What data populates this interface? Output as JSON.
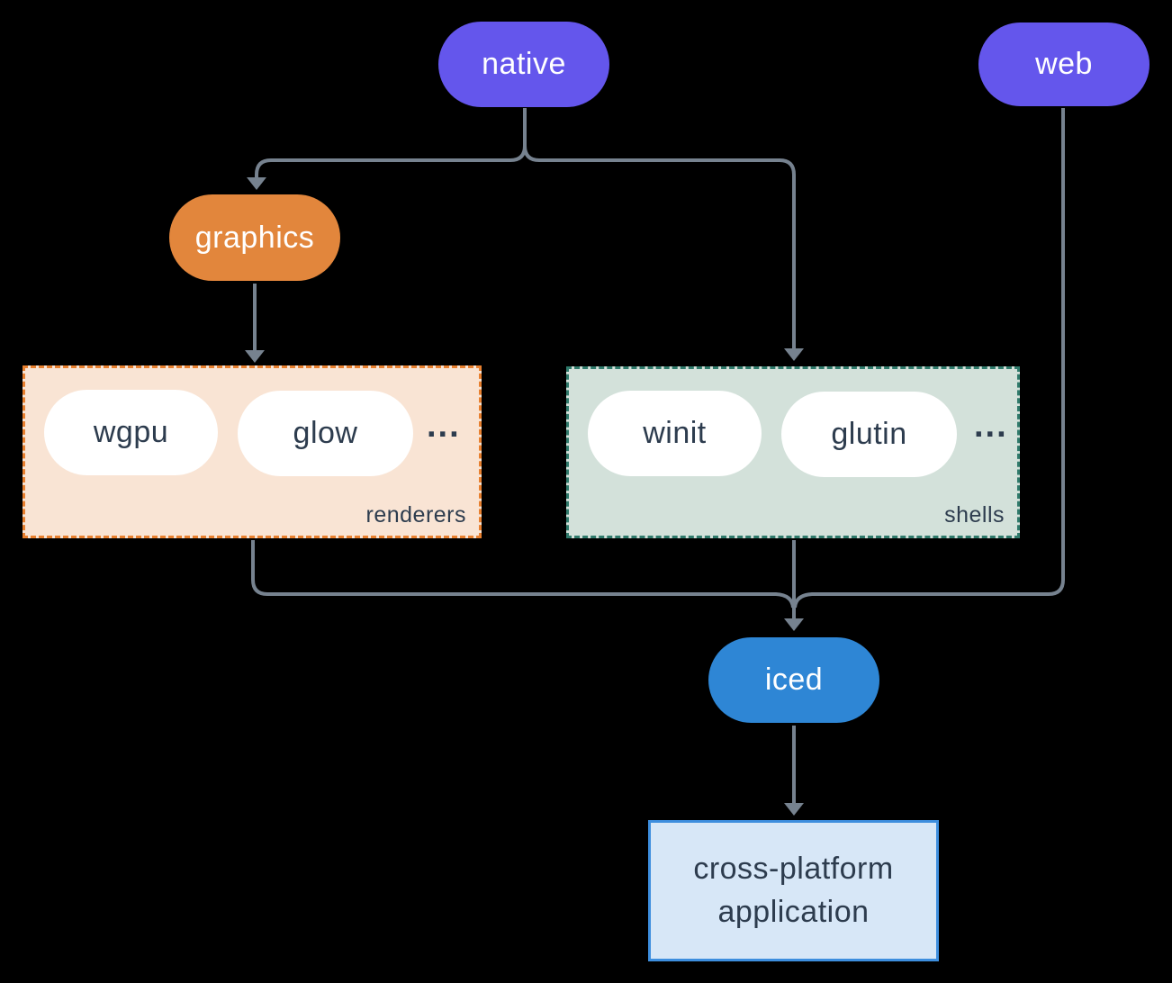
{
  "diagram": {
    "background": "#000000",
    "edge_color": "#76828f",
    "nodes": {
      "native": {
        "label": "native",
        "color": "#6456ec",
        "text_color": "#ffffff"
      },
      "web": {
        "label": "web",
        "color": "#6456ec",
        "text_color": "#ffffff"
      },
      "graphics": {
        "label": "graphics",
        "color": "#e2863c",
        "text_color": "#ffffff"
      },
      "iced": {
        "label": "iced",
        "color": "#2e86d5",
        "text_color": "#ffffff"
      },
      "application": {
        "label": "cross-platform application",
        "line1": "cross-platform",
        "line2": "application",
        "fill": "#d7e7f7",
        "border": "#3d8ede",
        "text_color": "#2d3c4e"
      }
    },
    "groups": {
      "renderers": {
        "label": "renderers",
        "items": [
          "wgpu",
          "glow"
        ],
        "ellipsis": "...",
        "fill": "#f9e4d4",
        "border": "#e8802f",
        "item_text_color": "#2d3c4e"
      },
      "shells": {
        "label": "shells",
        "items": [
          "winit",
          "glutin"
        ],
        "ellipsis": "...",
        "fill": "#d3e1da",
        "border": "#2f7a6b",
        "item_text_color": "#2d3c4e"
      }
    },
    "edges": [
      {
        "from": "native",
        "to": "graphics"
      },
      {
        "from": "native",
        "to": "shells"
      },
      {
        "from": "graphics",
        "to": "renderers"
      },
      {
        "from": "renderers",
        "to": "iced"
      },
      {
        "from": "shells",
        "to": "iced"
      },
      {
        "from": "web",
        "to": "iced"
      },
      {
        "from": "iced",
        "to": "application"
      }
    ]
  }
}
